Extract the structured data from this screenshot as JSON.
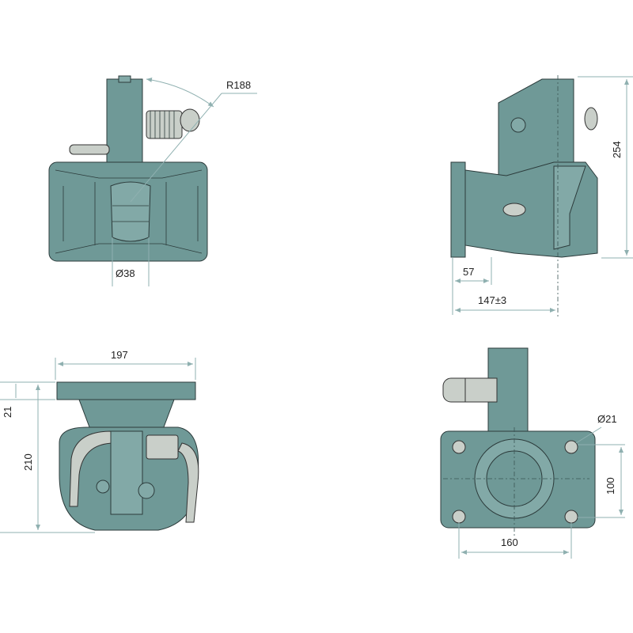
{
  "dimensions": {
    "radius": "R188",
    "pin_diameter": "Ø38",
    "height_side": "254",
    "offset_57": "57",
    "length_147": "147±3",
    "width_197": "197",
    "plate_21": "21",
    "height_210": "210",
    "hole_diameter": "Ø21",
    "hole_spacing_vertical": "100",
    "hole_spacing_horizontal": "160"
  },
  "colors": {
    "body": "#6f9997",
    "dimension_line": "#8fb0b0"
  }
}
